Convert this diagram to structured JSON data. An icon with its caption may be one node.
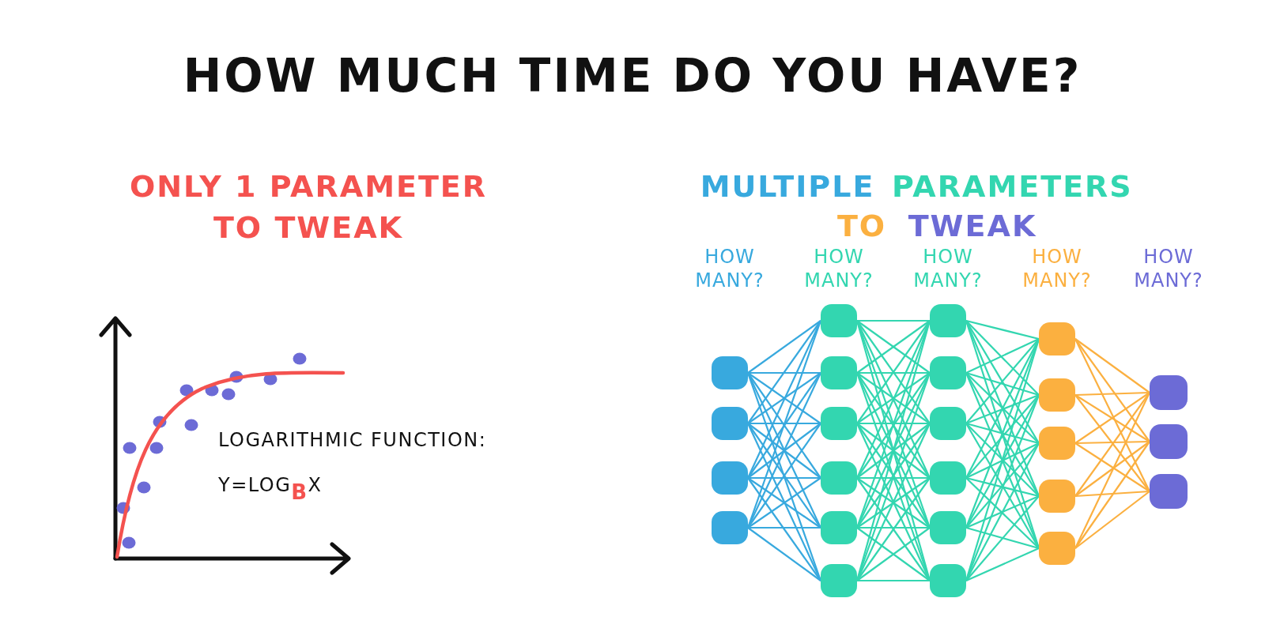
{
  "diagram": {
    "title": "HOW MUCH TIME DO YOU HAVE?",
    "nodes": [
      {
        "text": [],
        "shape": "box"
      },
      {
        "text": [],
        "shape": "box"
      },
      {
        "text": [],
        "shape": "box"
      },
      {
        "text": [],
        "shape": "box"
      },
      {
        "text": [],
        "shape": "box"
      },
      {
        "text": [],
        "shape": "box"
      },
      {
        "text": [],
        "shape": "box"
      },
      {
        "text": [],
        "shape": "box"
      },
      {
        "text": [],
        "shape": "box"
      },
      {
        "text": [],
        "shape": "box"
      },
      {
        "text": [],
        "shape": "box"
      },
      {
        "text": [],
        "shape": "box"
      },
      {
        "text": [],
        "shape": "box"
      },
      {
        "text": [],
        "shape": "box"
      },
      {
        "text": [],
        "shape": "box"
      },
      {
        "text": [],
        "shape": "box"
      },
      {
        "text": [],
        "shape": "box"
      },
      {
        "text": [],
        "shape": "box"
      },
      {
        "text": [],
        "shape": "box"
      },
      {
        "text": [],
        "shape": "box"
      },
      {
        "text": [],
        "shape": "box"
      },
      {
        "text": [],
        "shape": "box"
      },
      {
        "text": [],
        "shape": "box"
      },
      {
        "text": [],
        "shape": "box"
      }
    ],
    "edges": [
      {
        "from": 0,
        "to": 4,
        "arrow": "none",
        "color": "#38a9de"
      },
      {
        "from": 0,
        "to": 5,
        "arrow": "none",
        "color": "#38a9de"
      },
      {
        "from": 0,
        "to": 6,
        "arrow": "none",
        "color": "#38a9de"
      },
      {
        "from": 0,
        "to": 7,
        "arrow": "none",
        "color": "#38a9de"
      },
      {
        "from": 0,
        "to": 8,
        "arrow": "none",
        "color": "#38a9de"
      },
      {
        "from": 0,
        "to": 9,
        "arrow": "none",
        "color": "#38a9de"
      },
      {
        "from": 1,
        "to": 4,
        "arrow": "none",
        "color": "#38a9de"
      },
      {
        "from": 1,
        "to": 5,
        "arrow": "none",
        "color": "#38a9de"
      },
      {
        "from": 1,
        "to": 6,
        "arrow": "none",
        "color": "#38a9de"
      },
      {
        "from": 1,
        "to": 7,
        "arrow": "none",
        "color": "#38a9de"
      },
      {
        "from": 1,
        "to": 8,
        "arrow": "none",
        "color": "#38a9de"
      },
      {
        "from": 1,
        "to": 9,
        "arrow": "none",
        "color": "#38a9de"
      },
      {
        "from": 2,
        "to": 4,
        "arrow": "none",
        "color": "#38a9de"
      },
      {
        "from": 2,
        "to": 5,
        "arrow": "none",
        "color": "#38a9de"
      },
      {
        "from": 2,
        "to": 6,
        "arrow": "none",
        "color": "#38a9de"
      },
      {
        "from": 2,
        "to": 7,
        "arrow": "none",
        "color": "#38a9de"
      },
      {
        "from": 2,
        "to": 8,
        "arrow": "none",
        "color": "#38a9de"
      },
      {
        "from": 2,
        "to": 9,
        "arrow": "none",
        "color": "#38a9de"
      },
      {
        "from": 3,
        "to": 4,
        "arrow": "none",
        "color": "#38a9de"
      },
      {
        "from": 3,
        "to": 5,
        "arrow": "none",
        "color": "#38a9de"
      },
      {
        "from": 3,
        "to": 6,
        "arrow": "none",
        "color": "#38a9de"
      },
      {
        "from": 3,
        "to": 7,
        "arrow": "none",
        "color": "#38a9de"
      },
      {
        "from": 3,
        "to": 8,
        "arrow": "none",
        "color": "#38a9de"
      },
      {
        "from": 3,
        "to": 9,
        "arrow": "none",
        "color": "#38a9de"
      },
      {
        "from": 4,
        "to": 10,
        "arrow": "none"
      },
      {
        "from": 4,
        "to": 11,
        "arrow": "none"
      },
      {
        "from": 4,
        "to": 12,
        "arrow": "none"
      },
      {
        "from": 4,
        "to": 13,
        "arrow": "none"
      },
      {
        "from": 4,
        "to": 14,
        "arrow": "none"
      },
      {
        "from": 4,
        "to": 15,
        "arrow": "none"
      },
      {
        "from": 5,
        "to": 10,
        "arrow": "none"
      },
      {
        "from": 5,
        "to": 11,
        "arrow": "none"
      },
      {
        "from": 5,
        "to": 12,
        "arrow": "none"
      },
      {
        "from": 5,
        "to": 13,
        "arrow": "none"
      },
      {
        "from": 5,
        "to": 14,
        "arrow": "none"
      },
      {
        "from": 5,
        "to": 15,
        "arrow": "none"
      },
      {
        "from": 6,
        "to": 10,
        "arrow": "none"
      },
      {
        "from": 6,
        "to": 11,
        "arrow": "none"
      },
      {
        "from": 6,
        "to": 12,
        "arrow": "none"
      },
      {
        "from": 6,
        "to": 13,
        "arrow": "none"
      },
      {
        "from": 6,
        "to": 14,
        "arrow": "none"
      },
      {
        "from": 6,
        "to": 15,
        "arrow": "none"
      },
      {
        "from": 7,
        "to": 10,
        "arrow": "none"
      },
      {
        "from": 7,
        "to": 11,
        "arrow": "none"
      },
      {
        "from": 7,
        "to": 12,
        "arrow": "none"
      },
      {
        "from": 7,
        "to": 13,
        "arrow": "none"
      },
      {
        "from": 7,
        "to": 14,
        "arrow": "none"
      },
      {
        "from": 7,
        "to": 15,
        "arrow": "none"
      },
      {
        "from": 8,
        "to": 10,
        "arrow": "none"
      },
      {
        "from": 8,
        "to": 11,
        "arrow": "none"
      },
      {
        "from": 8,
        "to": 12,
        "arrow": "none"
      },
      {
        "from": 8,
        "to": 13,
        "arrow": "none"
      },
      {
        "from": 8,
        "to": 14,
        "arrow": "none"
      },
      {
        "from": 8,
        "to": 15,
        "arrow": "none"
      },
      {
        "from": 9,
        "to": 10,
        "arrow": "none"
      },
      {
        "from": 9,
        "to": 11,
        "arrow": "none"
      },
      {
        "from": 9,
        "to": 12,
        "arrow": "none"
      },
      {
        "from": 9,
        "to": 13,
        "arrow": "none"
      },
      {
        "from": 9,
        "to": 14,
        "arrow": "none"
      },
      {
        "from": 9,
        "to": 15,
        "arrow": "none"
      },
      {
        "from": 10,
        "to": 16,
        "arrow": "none"
      },
      {
        "from": 10,
        "to": 17,
        "arrow": "none"
      },
      {
        "from": 10,
        "to": 18,
        "arrow": "none"
      },
      {
        "from": 10,
        "to": 19,
        "arrow": "none"
      },
      {
        "from": 10,
        "to": 20,
        "arrow": "none"
      },
      {
        "from": 11,
        "to": 16,
        "arrow": "none"
      },
      {
        "from": 11,
        "to": 17,
        "arrow": "none"
      },
      {
        "from": 11,
        "to": 18,
        "arrow": "none"
      },
      {
        "from": 11,
        "to": 19,
        "arrow": "none"
      },
      {
        "from": 11,
        "to": 20,
        "arrow": "none"
      },
      {
        "from": 12,
        "to": 16,
        "arrow": "none"
      },
      {
        "from": 12,
        "to": 17,
        "arrow": "none"
      },
      {
        "from": 12,
        "to": 18,
        "arrow": "none"
      },
      {
        "from": 12,
        "to": 19,
        "arrow": "none"
      },
      {
        "from": 12,
        "to": 20,
        "arrow": "none"
      },
      {
        "from": 13,
        "to": 16,
        "arrow": "none"
      },
      {
        "from": 13,
        "to": 17,
        "arrow": "none"
      },
      {
        "from": 13,
        "to": 18,
        "arrow": "none"
      },
      {
        "from": 13,
        "to": 19,
        "arrow": "none"
      },
      {
        "from": 13,
        "to": 20,
        "arrow": "none"
      },
      {
        "from": 14,
        "to": 16,
        "arrow": "none"
      },
      {
        "from": 14,
        "to": 17,
        "arrow": "none"
      },
      {
        "from": 14,
        "to": 18,
        "arrow": "none"
      },
      {
        "from": 14,
        "to": 19,
        "arrow": "none"
      },
      {
        "from": 14,
        "to": 20,
        "arrow": "none"
      },
      {
        "from": 15,
        "to": 16,
        "arrow": "none"
      },
      {
        "from": 15,
        "to": 17,
        "arrow": "none"
      },
      {
        "from": 15,
        "to": 18,
        "arrow": "none"
      },
      {
        "from": 15,
        "to": 19,
        "arrow": "none"
      },
      {
        "from": 15,
        "to": 20,
        "arrow": "none"
      },
      {
        "from": 16,
        "to": 21,
        "arrow": "none",
        "color": "#fbb040"
      },
      {
        "from": 16,
        "to": 22,
        "arrow": "none",
        "color": "#fbb040"
      },
      {
        "from": 16,
        "to": 23,
        "arrow": "none",
        "color": "#fbb040"
      },
      {
        "from": 17,
        "to": 21,
        "arrow": "none",
        "color": "#fbb040"
      },
      {
        "from": 17,
        "to": 22,
        "arrow": "none",
        "color": "#fbb040"
      },
      {
        "from": 17,
        "to": 23,
        "arrow": "none",
        "color": "#fbb040"
      },
      {
        "from": 18,
        "to": 21,
        "arrow": "none",
        "color": "#fbb040"
      },
      {
        "from": 18,
        "to": 22,
        "arrow": "none",
        "color": "#fbb040"
      },
      {
        "from": 18,
        "to": 23,
        "arrow": "none",
        "color": "#fbb040"
      },
      {
        "from": 19,
        "to": 21,
        "arrow": "none",
        "color": "#fbb040"
      },
      {
        "from": 19,
        "to": 22,
        "arrow": "none",
        "color": "#fbb040"
      },
      {
        "from": 19,
        "to": 23,
        "arrow": "none",
        "color": "#fbb040"
      },
      {
        "from": 20,
        "to": 21,
        "arrow": "none",
        "color": "#fbb040"
      },
      {
        "from": 20,
        "to": 22,
        "arrow": "none",
        "color": "#fbb040"
      },
      {
        "from": 20,
        "to": 23,
        "arrow": "none",
        "color": "#fbb040"
      }
    ],
    "labels": [
      "ONLY 1 PARAMETER TO TWEAK",
      "MULTIPLE",
      "PARAMETERS",
      "TO",
      "TWEAK",
      "HOW MANY?",
      "HOW MANY?",
      "HOW MANY?",
      "HOW MANY?",
      "HOW MANY?",
      "LOGARITHMIC FUNCTION:",
      "Y=LOG$_{B}$X"
    ]
  }
}
